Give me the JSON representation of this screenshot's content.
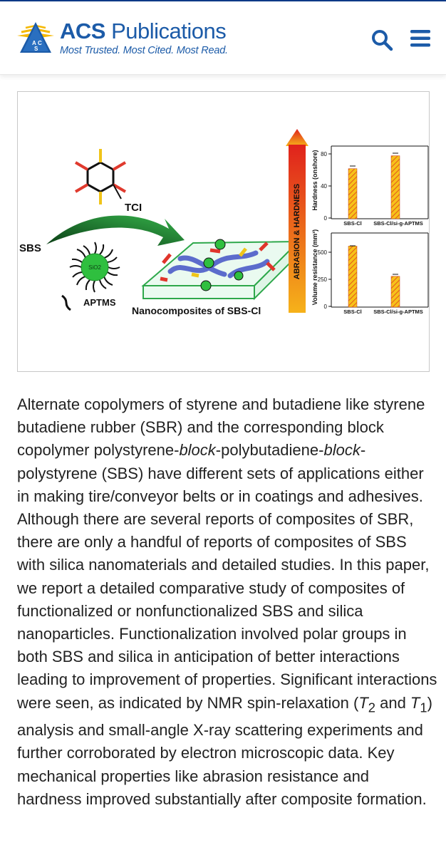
{
  "header": {
    "brand_acs": "ACS",
    "brand_pub": "Publications",
    "tagline": "Most Trusted. Most Cited. Most Read.",
    "logo_letters": [
      "A",
      "C",
      "S"
    ],
    "icons": {
      "search": "search-icon",
      "menu": "menu-icon"
    },
    "brand_color": "#1c5ba8"
  },
  "toc_graphic": {
    "labels": {
      "sbs": "SBS",
      "tci": "TCI",
      "sio2": "SiO2",
      "aptms": "APTMS",
      "nanocomposites": "Nanocomposites of SBS-Cl",
      "arrow_text": "ABRASION & HARDNESS"
    },
    "charts": [
      {
        "type": "bar",
        "ylabel": "Hardness (onshore)",
        "categories": [
          "SBS-Cl",
          "SBS-Cl/si-g-APTMS"
        ],
        "values": [
          62,
          78
        ],
        "ticks": [
          "0",
          "40",
          "80"
        ],
        "ylim": [
          0,
          90
        ]
      },
      {
        "type": "bar",
        "ylabel": "Volume resistance (mm³)",
        "categories": [
          "SBS-Cl",
          "SBS-Cl/si-g-APTMS"
        ],
        "values": [
          535,
          270
        ],
        "ticks": [
          "0",
          "250",
          "500"
        ],
        "ylim": [
          0,
          650
        ]
      }
    ]
  },
  "abstract": {
    "p1": "Alternate copolymers of styrene and butadiene like styrene butadiene rubber (SBR) and the corresponding block copolymer polystyrene-",
    "i1": "block",
    "p2": "-polybutadiene-",
    "i2": "block",
    "p3": "-polystyrene (SBS) have different sets of applications either in making tire/conveyor belts or in coatings and adhesives. Although there are several reports of composites of SBR, there are only a handful of reports of composites of SBS with silica nanomaterials and detailed studies. In this paper, we report a detailed comparative study of composites of functionalized or nonfunctionalized SBS and silica nanoparticles. Functionalization involved polar groups in both SBS and silica in anticipation of better interactions leading to improvement of properties. Significant interactions were seen, as indicated by NMR spin-relaxation (",
    "t2": "T",
    "t2_sub": "2",
    "mid": " and ",
    "t1": "T",
    "t1_sub": "1",
    "p4": ") analysis and small-angle X-ray scattering experiments and further corroborated by electron microscopic data. Key mechanical properties like abrasion resistance and hardness improved substantially after composite formation."
  }
}
